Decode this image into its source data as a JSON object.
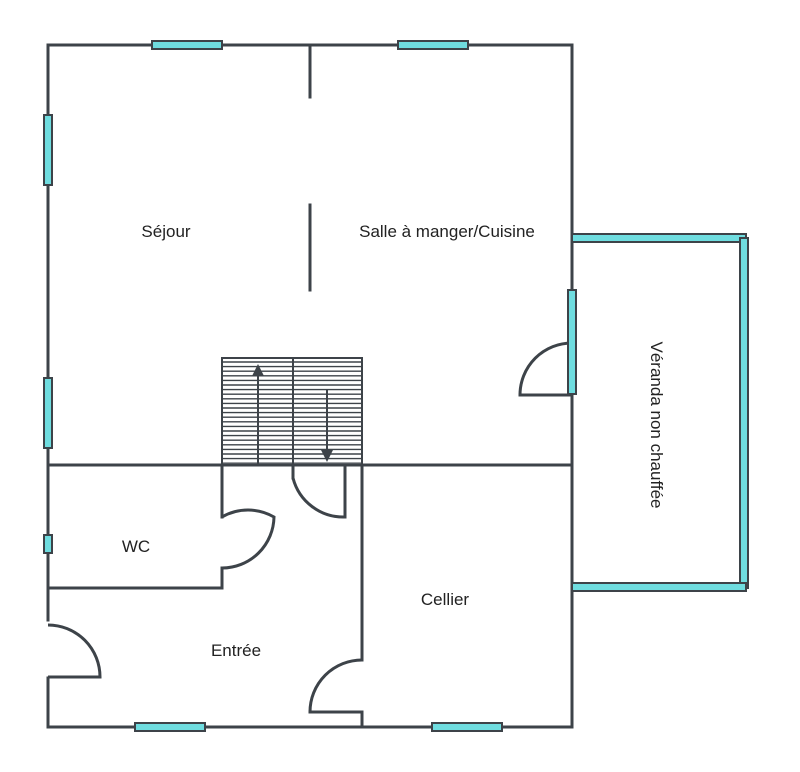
{
  "plan": {
    "rooms": [
      {
        "id": "sejour",
        "label": "Séjour"
      },
      {
        "id": "salle",
        "label": "Salle à manger/Cuisine"
      },
      {
        "id": "veranda",
        "label": "Véranda non chauffée"
      },
      {
        "id": "wc",
        "label": "WC"
      },
      {
        "id": "entree",
        "label": "Entrée"
      },
      {
        "id": "cellier",
        "label": "Cellier"
      }
    ],
    "colors": {
      "wall": "#3d4349",
      "window": "#6fdde0",
      "background": "#ffffff"
    }
  }
}
